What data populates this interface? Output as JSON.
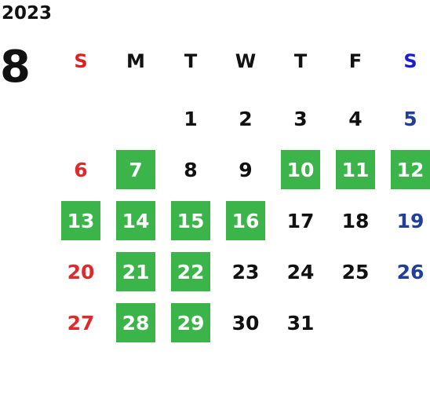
{
  "year": "2023",
  "month": "8",
  "weekdays": [
    "S",
    "M",
    "T",
    "W",
    "T",
    "F",
    "S"
  ],
  "weeks": [
    [
      null,
      null,
      1,
      2,
      3,
      4,
      5
    ],
    [
      6,
      7,
      8,
      9,
      10,
      11,
      12
    ],
    [
      13,
      14,
      15,
      16,
      17,
      18,
      19
    ],
    [
      20,
      21,
      22,
      23,
      24,
      25,
      26
    ],
    [
      27,
      28,
      29,
      30,
      31,
      null,
      null
    ]
  ],
  "highlighted_days": [
    7,
    10,
    11,
    12,
    13,
    14,
    15,
    16,
    21,
    22,
    28,
    29
  ],
  "colors": {
    "highlight": "#3bb54a",
    "sunday": "#dd2a2a",
    "saturday": "#1f3f9a",
    "saturday_header": "#1a1adc"
  }
}
